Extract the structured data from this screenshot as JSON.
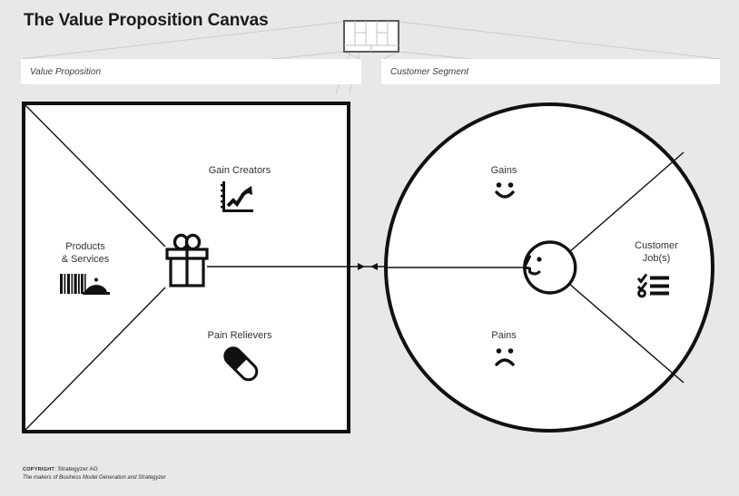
{
  "page": {
    "title": "The Value Proposition Canvas",
    "background_color": "#e8e8e8",
    "ink_color": "#111111",
    "label_color": "#333333"
  },
  "header": {
    "mini_canvas_icon": "business-model-canvas-grid-icon",
    "fields": [
      {
        "id": "value-proposition",
        "label": "Value Proposition"
      },
      {
        "id": "customer-segment",
        "label": "Customer Segment"
      }
    ]
  },
  "value_proposition_square": {
    "shape": "square",
    "center_icon": "gift-box-icon",
    "sections": [
      {
        "id": "gain-creators",
        "label": "Gain Creators",
        "icon": "growth-chart-icon"
      },
      {
        "id": "products-services",
        "label": "Products\n& Services",
        "label_line1": "Products",
        "label_line2": "& Services",
        "icon": "barcode-and-cloche-icon"
      },
      {
        "id": "pain-relievers",
        "label": "Pain Relievers",
        "icon": "pill-capsule-icon"
      }
    ]
  },
  "customer_segment_circle": {
    "shape": "circle",
    "center_icon": "customer-head-profile-icon",
    "sections": [
      {
        "id": "gains",
        "label": "Gains",
        "icon": "smiley-face-icon"
      },
      {
        "id": "customer-jobs",
        "label": "Customer\nJob(s)",
        "label_line1": "Customer",
        "label_line2": "Job(s)",
        "icon": "checklist-icon"
      },
      {
        "id": "pains",
        "label": "Pains",
        "icon": "frowning-face-icon"
      }
    ]
  },
  "fit_arrows": {
    "icon": "fit-arrows-icon",
    "direction": "converging"
  },
  "footer": {
    "copyright_word": "COPYRIGHT",
    "copyright_owner": ": Strategyzer AG",
    "tagline": "The makers of Business Model Generation and Strategyzer"
  }
}
